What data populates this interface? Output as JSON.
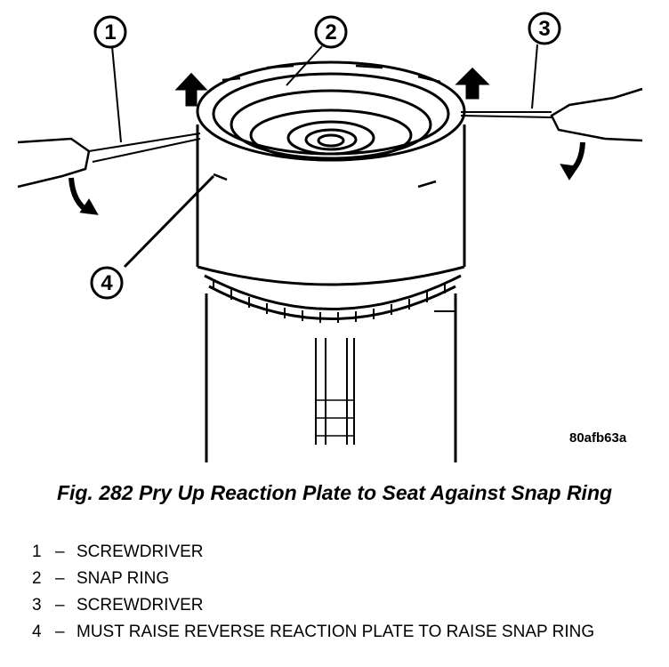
{
  "figure": {
    "callouts": [
      "1",
      "2",
      "3",
      "4"
    ],
    "reference_code": "80afb63a"
  },
  "caption": "Fig. 282 Pry Up Reaction Plate to Seat Against Snap Ring",
  "legend": [
    {
      "num": "1",
      "text": "SCREWDRIVER"
    },
    {
      "num": "2",
      "text": "SNAP RING"
    },
    {
      "num": "3",
      "text": "SCREWDRIVER"
    },
    {
      "num": "4",
      "text": "MUST RAISE REVERSE REACTION PLATE TO RAISE SNAP RING"
    }
  ],
  "legend_separator": "–"
}
